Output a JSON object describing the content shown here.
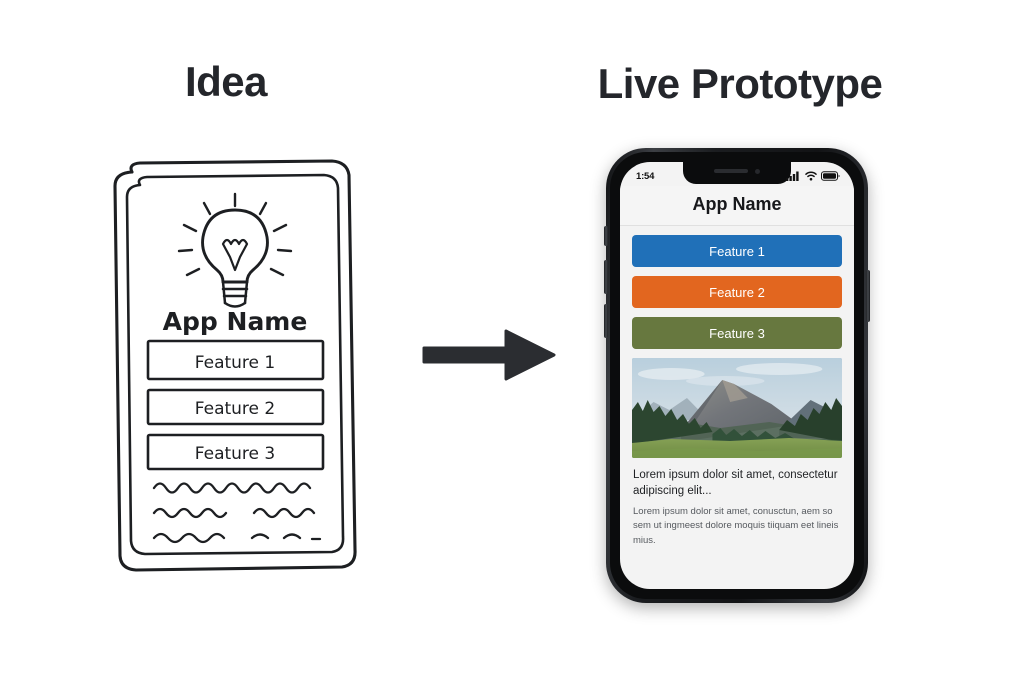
{
  "page": {
    "background_color": "#ffffff"
  },
  "left_panel": {
    "heading": "Idea",
    "sketch": {
      "app_name": "App Name",
      "icon": "lightbulb-icon",
      "features": [
        "Feature 1",
        "Feature 2",
        "Feature 3"
      ],
      "scribble_line_count": 3,
      "stroke_color": "#1d1f22"
    }
  },
  "arrow": {
    "name": "right-arrow",
    "color": "#2b2d31",
    "direction": "right"
  },
  "right_panel": {
    "heading": "Live Prototype",
    "phone": {
      "frame_color": "#1b1d20",
      "screen_background": "#f3f3f3",
      "status_bar": {
        "time": "1:54",
        "icons": [
          "cellular-signal-icon",
          "wifi-icon",
          "battery-icon"
        ]
      },
      "app": {
        "title": "App Name",
        "features": [
          {
            "label": "Feature 1",
            "color": "#2070b8"
          },
          {
            "label": "Feature 2",
            "color": "#e2661f"
          },
          {
            "label": "Feature 3",
            "color": "#67783f"
          }
        ],
        "hero_image": {
          "name": "mountain-landscape-photo",
          "description": "Mountain peak with conifer forest and green meadow"
        },
        "lead_text": "Lorem ipsum dolor sit amet, consectetur adipiscing elit...",
        "body_text": "Lorem ipsum dolor sit amet, conusctun, aem so sem ut ingmeest dolore moquis tiiquam eet lineis mius."
      }
    }
  }
}
